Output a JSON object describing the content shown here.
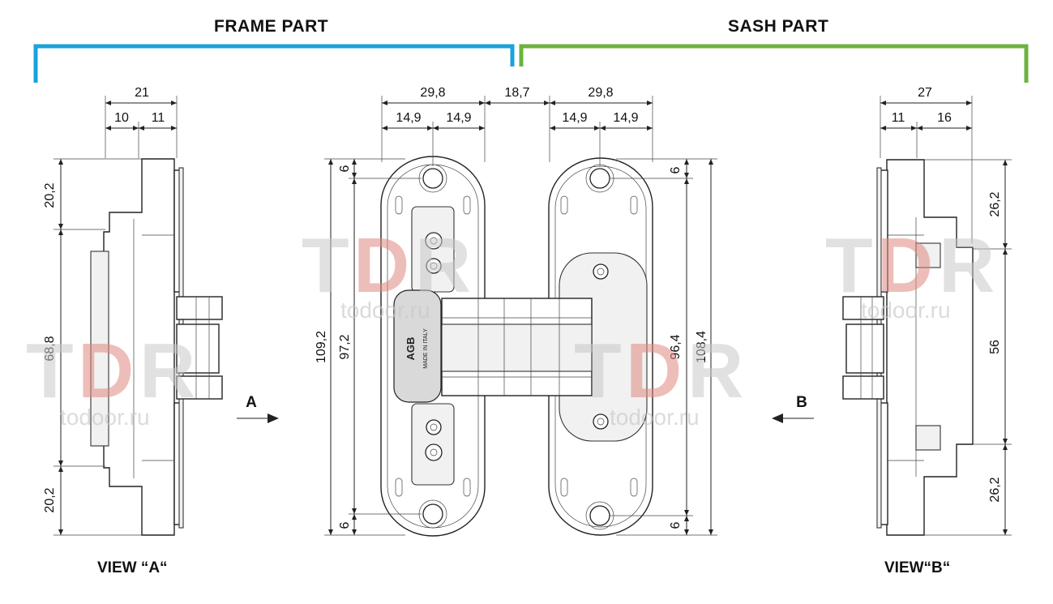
{
  "headers": {
    "frame_part": "FRAME PART",
    "sash_part": "SASH PART",
    "frame_color": "#1aa3dc",
    "sash_color": "#6cb33f"
  },
  "view_labels": {
    "view_a": "VIEW “A“",
    "view_b": "VIEW“B“"
  },
  "arrows": {
    "a": "A",
    "b": "B"
  },
  "watermark": {
    "logo_left": "T",
    "logo_mid": "D",
    "logo_right": "R",
    "site": "todoor.ru"
  },
  "marking": {
    "brand": "AGB",
    "origin": "MADE IN ITALY"
  },
  "dimensions": {
    "view_a": {
      "total_width": "21",
      "w_left": "10",
      "w_right": "11",
      "top": "20,2",
      "middle": "68,8",
      "bottom": "20,2"
    },
    "front": {
      "frame_width": "29,8",
      "frame_half_1": "14,9",
      "frame_half_2": "14,9",
      "gap": "18,7",
      "sash_width": "29,8",
      "sash_half_1": "14,9",
      "sash_half_2": "14,9",
      "frame_hole_top": "6",
      "frame_hole_bottom": "6",
      "frame_total": "109,2",
      "frame_holes": "97,2",
      "sash_hole_top": "6",
      "sash_hole_bottom": "6",
      "sash_holes": "96,4",
      "sash_total": "108,4"
    },
    "view_b": {
      "total_width": "27",
      "w_left": "11",
      "w_right": "16",
      "top": "26,2",
      "middle": "56",
      "bottom": "26,2"
    }
  }
}
